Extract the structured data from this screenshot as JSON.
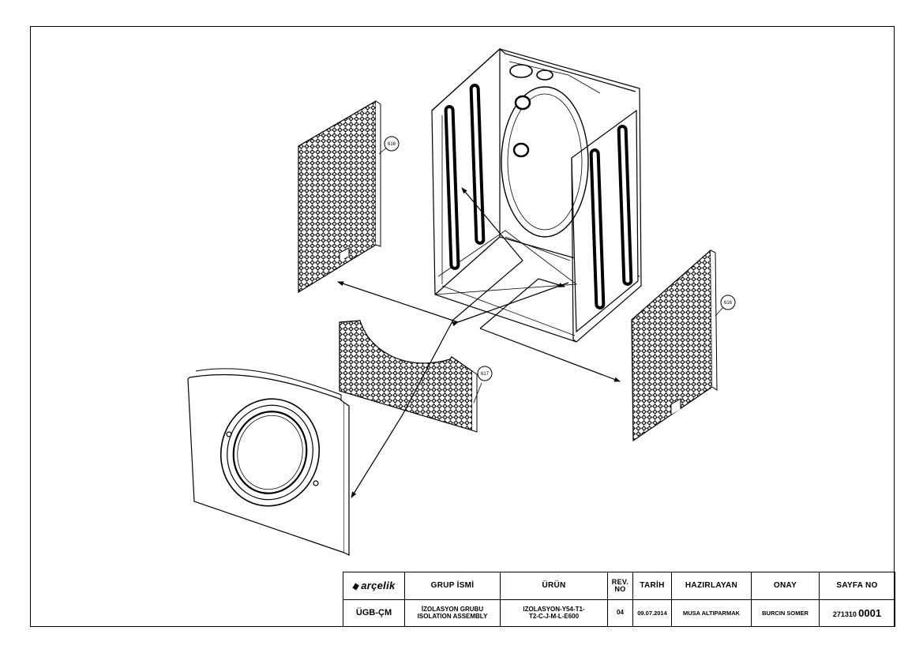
{
  "drawing": {
    "callouts": [
      {
        "id": "callout-616-top",
        "label": "616"
      },
      {
        "id": "callout-616-right",
        "label": "616"
      },
      {
        "id": "callout-617",
        "label": "617"
      }
    ]
  },
  "title_block": {
    "logo_text": "arçelik",
    "headers": {
      "group_name": "GRUP İSMİ",
      "product": "ÜRÜN",
      "rev_no": "REV. NO",
      "date": "TARİH",
      "prepared_by": "HAZIRLAYAN",
      "approval": "ONAY",
      "page_no": "SAYFA NO"
    },
    "values": {
      "department": "ÜGB-ÇM",
      "group_name_line1": "İZOLASYON GRUBU",
      "group_name_line2": "ISOLATION ASSEMBLY",
      "product_line1": "IZOLASYON-Y54-T1-",
      "product_line2": "T2-C-J-M-L-E600",
      "rev_no": "04",
      "date": "09.07.2014",
      "prepared_by": "MUSA ALTIPARMAK",
      "approval": "BURCIN SOMER",
      "page_no_prefix": "271310",
      "page_no_number": "0001"
    }
  }
}
